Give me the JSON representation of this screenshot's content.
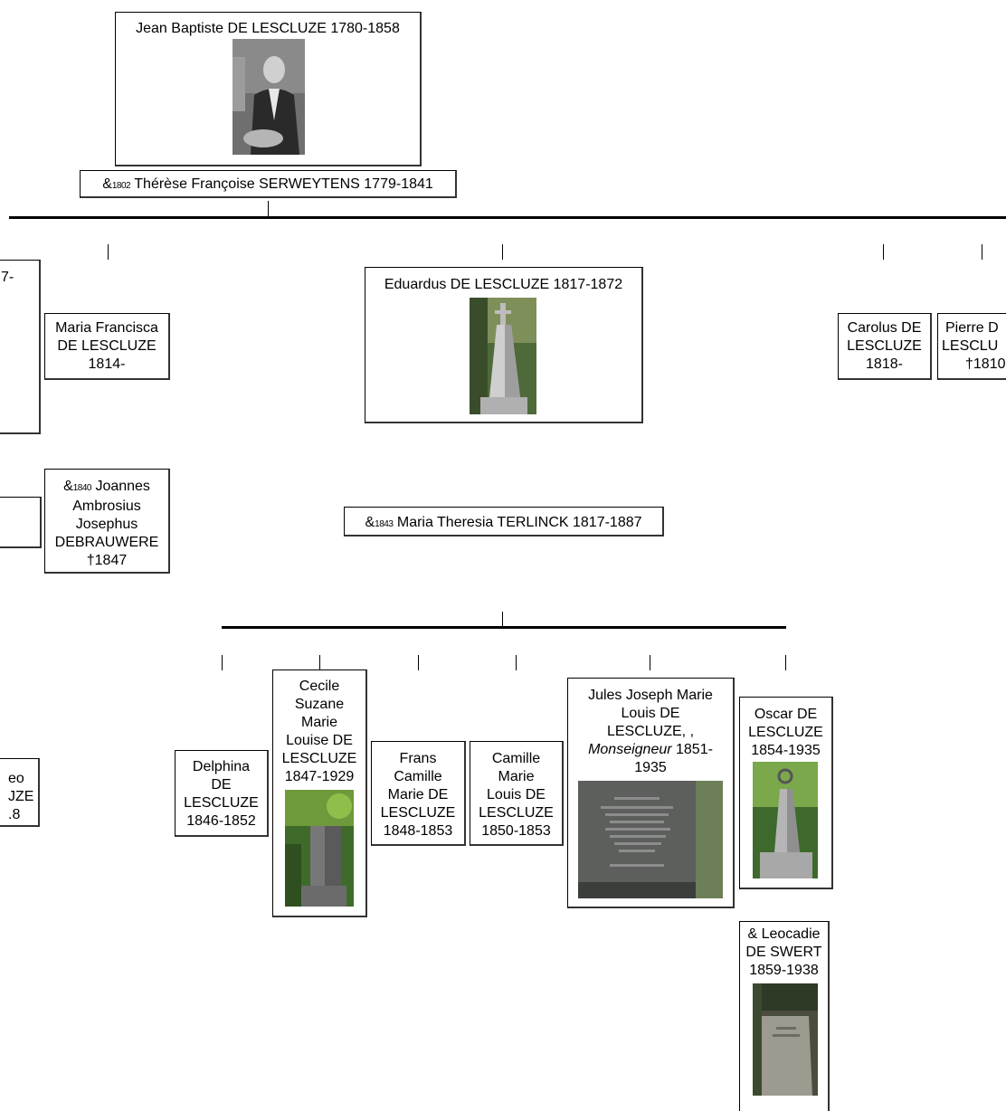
{
  "patriarch": {
    "name": "Jean Baptiste DE LESCLUZE 1780-1858",
    "spouse_prefix": "&",
    "spouse_year": "1802",
    "spouse_name": "Thérèse Françoise SERWEYTENS 1779-1841"
  },
  "children": {
    "left_cut_top": "7-",
    "maria_francisca": [
      "Maria Francisca",
      "DE LESCLUZE",
      "1814-"
    ],
    "maria_spouse": {
      "prefix": "&",
      "year": "1840",
      "lines": [
        "Joannes",
        "Ambrosius",
        "Josephus",
        "DEBRAUWERE",
        "†1847"
      ]
    },
    "left_cut_bottom": [
      "eo",
      "JZE",
      ".8"
    ],
    "eduardus": {
      "name": "Eduardus DE LESCLUZE 1817-1872",
      "spouse_prefix": "&",
      "spouse_year": "1843",
      "spouse_name": "Maria Theresia TERLINCK 1817-1887"
    },
    "carolus": [
      "Carolus DE",
      "LESCLUZE",
      "1818-"
    ],
    "pierre": [
      "Pierre D",
      "LESCLU",
      "†1810"
    ]
  },
  "grandchildren": {
    "delphina": [
      "Delphina",
      "DE",
      "LESCLUZE",
      "1846-1852"
    ],
    "cecile": [
      "Cecile",
      "Suzane",
      "Marie",
      "Louise DE",
      "LESCLUZE",
      "1847-1929"
    ],
    "frans": [
      "Frans",
      "Camille",
      "Marie DE",
      "LESCLUZE",
      "1848-1853"
    ],
    "camille": [
      "Camille",
      "Marie",
      "Louis DE",
      "LESCLUZE",
      "1850-1853"
    ],
    "jules": {
      "lines": [
        "Jules Joseph Marie",
        "Louis DE",
        "LESCLUZE, ,"
      ],
      "title": "Monseigneur",
      "dates_a": " 1851-",
      "dates_b": "1935"
    },
    "oscar": [
      "Oscar DE",
      "LESCLUZE",
      "1854-1935"
    ],
    "oscar_spouse": [
      "& Leocadie",
      "DE SWERT",
      "1859-1938"
    ]
  }
}
